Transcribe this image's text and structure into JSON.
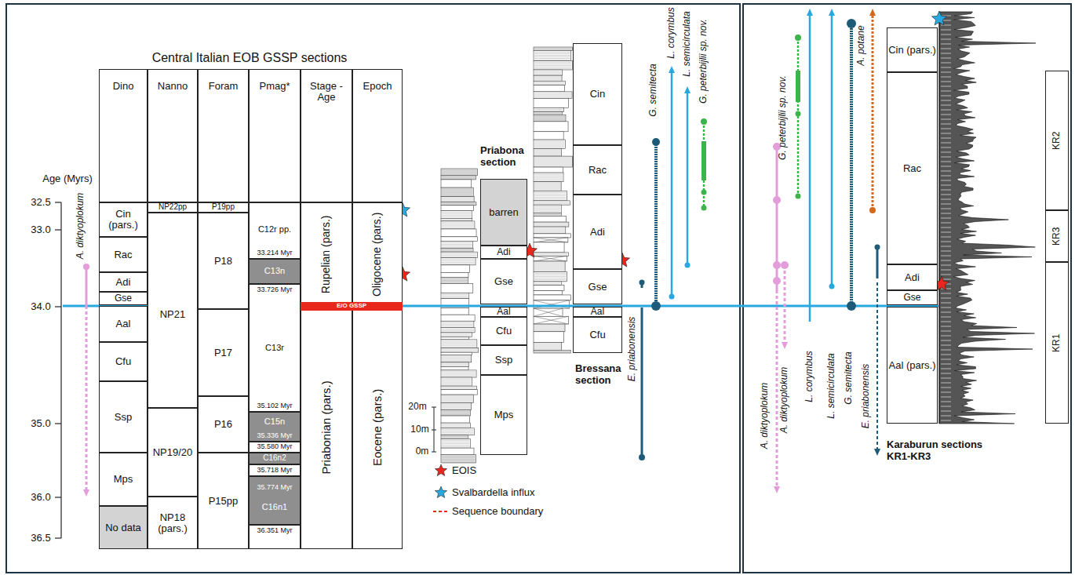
{
  "diagram": {
    "nodes": [
      {
        "text": [
          "Dino"
        ]
      },
      {
        "text": [
          "Nanno"
        ]
      },
      {
        "text": [
          "Foram"
        ]
      },
      {
        "text": [
          "Pmag*"
        ]
      },
      {
        "text": [
          "Stage - Age"
        ]
      },
      {
        "text": [
          "Epoch"
        ]
      },
      {
        "text": [
          "Cin (pars.)"
        ]
      },
      {
        "text": [
          "Rac"
        ]
      },
      {
        "text": [
          "Adi"
        ]
      },
      {
        "text": [
          "Gse"
        ]
      },
      {
        "text": [
          "Aal"
        ]
      },
      {
        "text": [
          "Cfu"
        ]
      },
      {
        "text": [
          "Ssp"
        ]
      },
      {
        "text": [
          "Mps"
        ]
      },
      {
        "text": [
          "No data"
        ]
      },
      {
        "text": [
          "NP22pp"
        ]
      },
      {
        "text": [
          "NP21"
        ]
      },
      {
        "text": [
          "NP19/20"
        ]
      },
      {
        "text": [
          "NP18 (pars.)"
        ]
      },
      {
        "text": [
          "P19pp"
        ]
      },
      {
        "text": [
          "P18"
        ]
      },
      {
        "text": [
          "P17"
        ]
      },
      {
        "text": [
          "P16"
        ]
      },
      {
        "text": [
          "P15pp"
        ]
      },
      {
        "text": [
          "C12r pp.",
          "33.214 Myr"
        ]
      },
      {
        "text": [
          "C13n"
        ]
      },
      {
        "text": [
          "33.726 Myr",
          "C13r",
          "35.102 Myr"
        ]
      },
      {
        "text": [
          "C15n",
          "35.336 Myr"
        ]
      },
      {
        "text": [
          "35.580 Myr"
        ]
      },
      {
        "text": [
          "C16n2"
        ]
      },
      {
        "text": [
          "35.718 Myr"
        ]
      },
      {
        "text": [
          "35.774 Myr",
          "C16n1"
        ]
      },
      {
        "text": [
          "36.351 Myr"
        ]
      },
      {
        "text": [
          "Rupelian (pars.)"
        ]
      },
      {
        "text": [
          "Priabonian (pars.)"
        ]
      },
      {
        "text": [
          "Oligocene (pars.)"
        ]
      },
      {
        "text": [
          "Eocene (pars.)"
        ]
      },
      {
        "text": [
          "E/O GSSP"
        ]
      },
      {
        "text": [
          "barren"
        ]
      },
      {
        "text": [
          "Adi"
        ]
      },
      {
        "text": [
          "Gse"
        ]
      },
      {
        "text": [
          "Aal"
        ]
      },
      {
        "text": [
          "Cfu"
        ]
      },
      {
        "text": [
          "Ssp"
        ]
      },
      {
        "text": [
          "Mps"
        ]
      },
      {
        "text": [
          "Cin"
        ]
      },
      {
        "text": [
          "Rac"
        ]
      },
      {
        "text": [
          "Adi"
        ]
      },
      {
        "text": [
          "Gse"
        ]
      },
      {
        "text": [
          "Aal"
        ]
      },
      {
        "text": [
          "Cfu"
        ]
      },
      {
        "text": [
          "Cin (pars.)"
        ]
      },
      {
        "text": [
          "Rac"
        ]
      },
      {
        "text": [
          "Adi"
        ]
      },
      {
        "text": [
          "Gse"
        ]
      },
      {
        "text": [
          "Aal (pars.)"
        ]
      },
      {
        "text": [
          "KR2"
        ]
      },
      {
        "text": [
          "KR3"
        ]
      },
      {
        "text": [
          "KR1"
        ]
      }
    ],
    "labels": [
      "Central Italian EOB GSSP sections",
      "Age (Myrs)",
      "32.5",
      "33.0",
      "34.0",
      "35.0",
      "36.0",
      "36.5",
      "A. diktyoplokum",
      "Priabona section",
      "Bressana section",
      "20m",
      "10m",
      "0m",
      "E. priabonensis",
      "G. semitecta",
      "L. corymbus",
      "L. semicirculata",
      "G. peterbijlii sp. nov.",
      "A. diktyoplokum",
      "A. diktyoplokum",
      "L. corymbus",
      "L. semicirculata",
      "G. peterbijlii sp. nov.",
      "G. semitecta",
      "A. potane",
      "E. priabonensis",
      "Karaburun sections KR1-KR3"
    ],
    "legend": [
      {
        "text": "EOIS"
      },
      {
        "text": "Svalbardella influx"
      },
      {
        "text": "Sequence boundary"
      }
    ]
  }
}
